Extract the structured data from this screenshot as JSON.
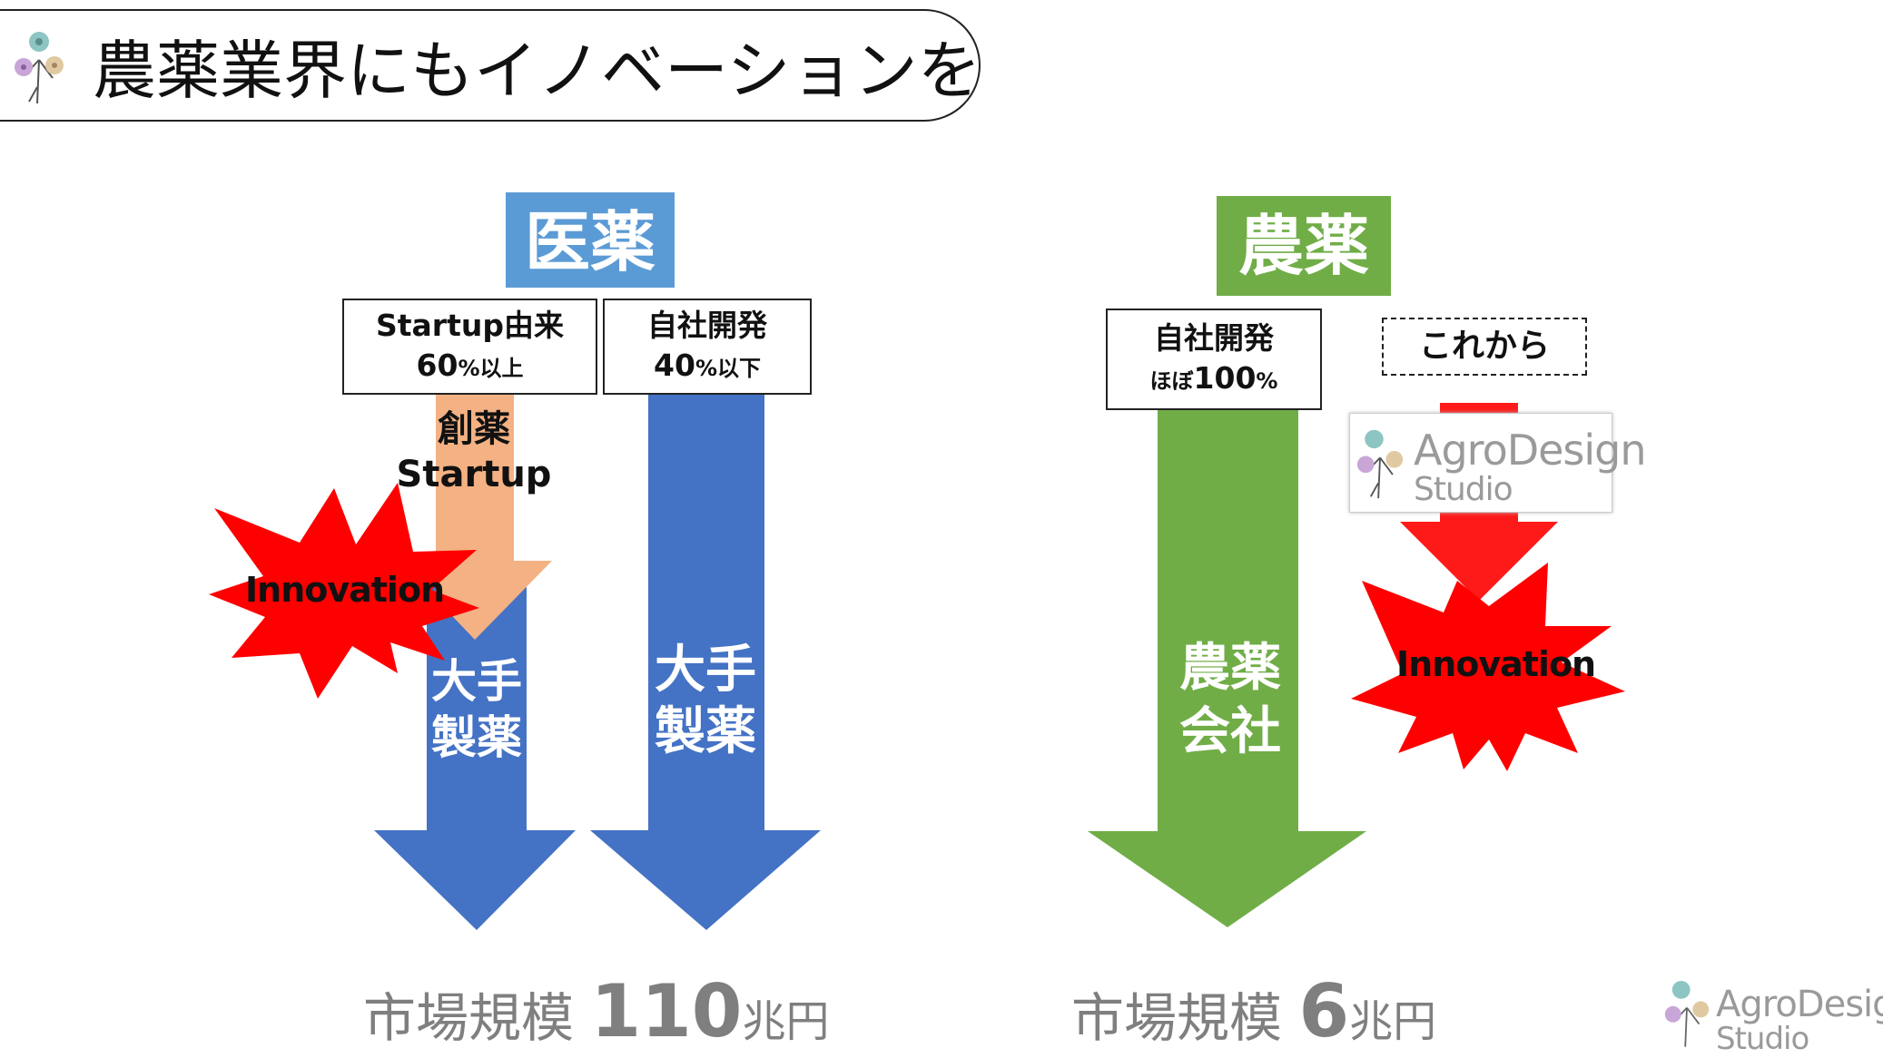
{
  "title": "農薬業界にもイノベーションを",
  "colors": {
    "pharma_header": "#5b9bd5",
    "pharma_arrow": "#4472c4",
    "startup_arrow": "#f4b183",
    "agro_green": "#70ad47",
    "innovation_red": "#ff0000",
    "market_gray": "#7f7f7f"
  },
  "pharma": {
    "header": "医薬",
    "startup_box": {
      "line1": "Startup由来",
      "line2_num": "60",
      "line2_suffix": "%以上"
    },
    "inhouse_box": {
      "line1": "自社開発",
      "line2_num": "40",
      "line2_suffix": "%以下"
    },
    "startup_arrow_label": [
      "創薬",
      "Startup"
    ],
    "innovation_label": "Innovation",
    "arrow1_label": [
      "大手",
      "製薬"
    ],
    "arrow2_label": [
      "大手",
      "製薬"
    ],
    "market": {
      "prefix": "市場規模 ",
      "value": "110",
      "unit": "兆円"
    }
  },
  "agro": {
    "header": "農薬",
    "inhouse_box": {
      "line1": "自社開発",
      "line2_prefix": "ほぼ",
      "line2_num": "100",
      "line2_suffix": "%"
    },
    "future_box": "これから",
    "arrow_label": [
      "農薬",
      "会社"
    ],
    "innovation_label": "Innovation",
    "embedded_logo": {
      "line1": "AgroDesign",
      "line2": "Studio",
      "icon": "flower-bouquet-icon"
    },
    "market": {
      "prefix": "市場規模 ",
      "value": "6",
      "unit": "兆円"
    }
  },
  "footer_logo": {
    "line1": "AgroDesign",
    "line2": "Studio",
    "icon": "flower-bouquet-icon"
  }
}
